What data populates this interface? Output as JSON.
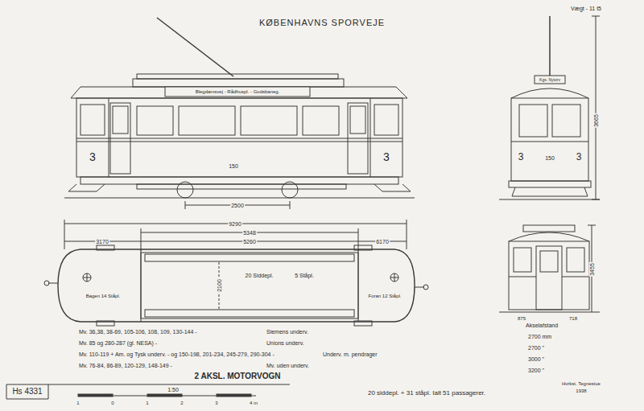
{
  "diagram": {
    "title": "KØBENHAVNS SPORVEJE",
    "labels": [
      "Vægt - 11 t5",
      "Blegdamsvej - Rådhuspl. - Godsbaneg.",
      "3",
      "150",
      "3",
      "Kgs. Nytorv",
      "3",
      "150",
      "3",
      "2500",
      "3665",
      "9290",
      "5348",
      "5260",
      "3170",
      "6170",
      "2100",
      "20 Siddepl.",
      "5 Ståpl.",
      "Bagen 14 Ståpl.",
      "Foran 12 Ståpl.",
      "3455",
      "875",
      "718",
      "Mv. 36,38, 38-69, 105-106, 108, 109, 130-144 -",
      "Siemens underv.",
      "Mv. 85 og 280-287 (gl. NESA) -",
      "Unions underv.",
      "Mv. 110-119 + Am. og Tysk underv. - og 150-198, 201-234, 245-279, 290-304 -",
      "Underv. m. pendrager",
      "Mv. 76-84, 86-89, 120-129, 148-149 -",
      "Mv. uden underv.",
      "Akselafstand",
      "2700 mm",
      "2700 \"",
      "3000 \"",
      "3200 \"",
      "2 AKSL. MOTORVOGN",
      "Hs 4331",
      "1:50",
      "1",
      "0",
      "1",
      "2",
      "3",
      "4 m",
      "20 siddepl. + 31 ståpl. Ialt 51 passagerer.",
      "Hvrkst. Tegnestue",
      "1938"
    ]
  }
}
